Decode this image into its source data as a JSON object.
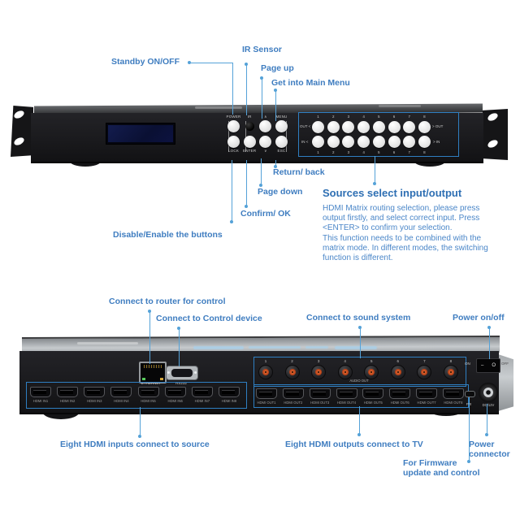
{
  "colors": {
    "annotation": "#3f7dc0",
    "heading": "#2e6fb3",
    "body_text": "#4a86c8",
    "leader": "#55a2d8",
    "highlight_box": "#2f7fc2"
  },
  "front": {
    "labels": {
      "standby": "Standby ON/OFF",
      "ir_sensor": "IR Sensor",
      "page_up": "Page up",
      "main_menu": "Get into Main Menu",
      "return_back": "Return/ back",
      "page_down": "Page down",
      "confirm_ok": "Confirm/ OK",
      "disable_enable": "Disable/Enable the buttons"
    },
    "panel": {
      "power": "POWER",
      "ir": "IR",
      "up": "∧",
      "menu": "MENU",
      "lock": "LOCK",
      "enter": "ENTER",
      "down": "∨",
      "esc": "ESC",
      "numbers": [
        "1",
        "2",
        "3",
        "4",
        "5",
        "6",
        "7",
        "8"
      ],
      "out_left": "OUT <",
      "out_right": "> OUT",
      "in_left": "IN <",
      "in_right": "> IN"
    }
  },
  "note": {
    "title": "Sources select input/output",
    "body": "HDMI Matrix routing selection, please press\noutput firstly, and select correct input. Press\n<ENTER> to confirm your selection.\nThis function needs to be combined with the\nmatrix mode. In different modes, the switching\nfunction is different."
  },
  "rear": {
    "labels": {
      "router": "Connect to router for control",
      "control_device": "Connect to Control device",
      "sound_system": "Connect to sound system",
      "power_onoff": "Power on/off",
      "hdmi_inputs": "Eight HDMI inputs connect to source",
      "hdmi_outputs": "Eight HDMI outputs connect to TV",
      "power_connector_1": "Power",
      "power_connector_2": "connector",
      "firmware_1": "For Firmware",
      "firmware_2": "update and control"
    },
    "panel": {
      "ethernet": "ETHERNET",
      "rs232": "RS232",
      "hdmi_in": [
        "HDMI IN1",
        "HDMI IN2",
        "HDMI IN3",
        "HDMI IN4",
        "HDMI IN5",
        "HDMI IN6",
        "HDMI IN7",
        "HDMI IN8"
      ],
      "audio_numbers": [
        "1",
        "2",
        "3",
        "4",
        "5",
        "6",
        "7",
        "8"
      ],
      "audio_out": "AUDIO OUT",
      "hdmi_out": [
        "HDMI OUT1",
        "HDMI OUT2",
        "HDMI OUT3",
        "HDMI OUT4",
        "HDMI OUT5",
        "HDMI OUT6",
        "HDMI OUT7",
        "HDMI OUT8"
      ],
      "on": "ON",
      "off": "OFF",
      "switch_on_glyph": "–",
      "switch_off_glyph": "O",
      "fw": "FW",
      "dc": "DC/12V"
    }
  }
}
